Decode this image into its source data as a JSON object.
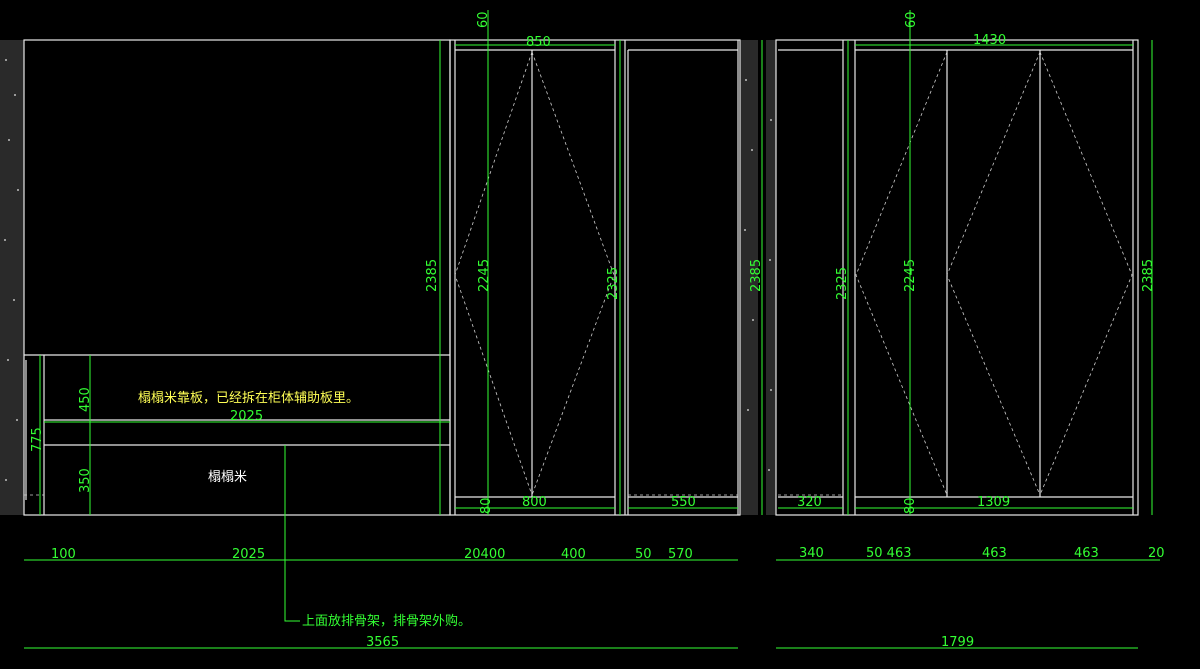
{
  "notes": {
    "tatami_backboard": "榻榻米靠板，已经拆在柜体辅助板里。",
    "tatami": "榻榻米",
    "rack_note": "上面放排骨架，排骨架外购。"
  },
  "dims": {
    "top_60_a": "60",
    "top_850": "850",
    "top_60_b": "60",
    "top_1430": "1430",
    "h_2385_a": "2385",
    "h_2245_a": "2245",
    "h_2325_a": "2325",
    "h_2385_b": "2385",
    "h_2325_b": "2325",
    "h_2245_b": "2245",
    "h_2385_c": "2385",
    "d_450": "450",
    "d_2025_mid": "2025",
    "d_775": "775",
    "d_350": "350",
    "d_80_a": "80",
    "d_800": "800",
    "d_550": "550",
    "d_320": "320",
    "d_80_b": "80",
    "d_1309": "1309",
    "b_100": "100",
    "b_2025": "2025",
    "b_20400": "20400",
    "b_400": "400",
    "b_50": "50",
    "b_570": "570",
    "b_340": "340",
    "b_50_463": "50  463",
    "b_463_a": "463",
    "b_463_b": "463",
    "b_20": "20",
    "total_3565": "3565",
    "total_1799": "1799"
  }
}
